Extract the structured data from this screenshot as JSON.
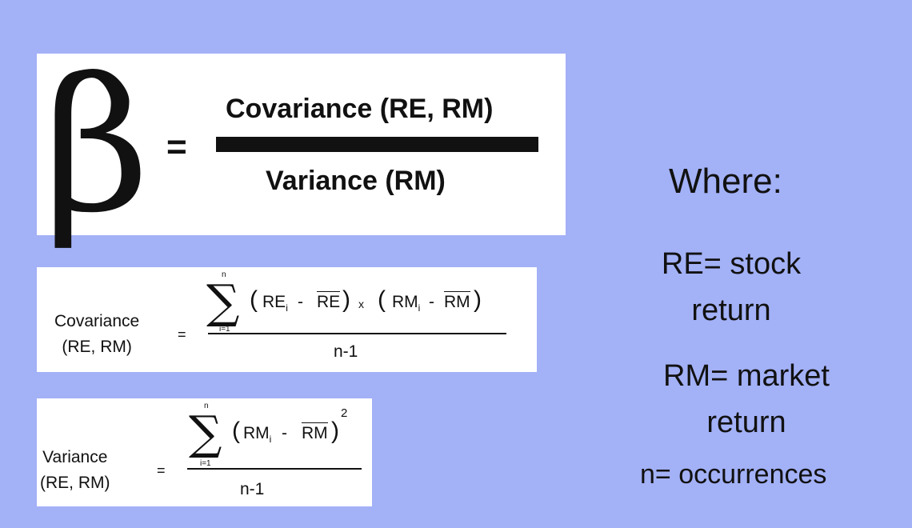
{
  "beta_formula": {
    "beta_symbol": "β",
    "equals": "=",
    "numerator": "Covariance (RE, RM)",
    "denominator": "Variance (RM)"
  },
  "covariance_formula": {
    "label_line1": "Covariance",
    "label_line2": "(RE, RM)",
    "equals": "=",
    "sigma": "∑",
    "upper_limit": "n",
    "lower_limit": "i=1",
    "open_paren": "(",
    "close_paren": ")",
    "term1_base": "RE",
    "term1_sub": "i",
    "minus": "-",
    "term1_mean": "RE",
    "times": "x",
    "term2_base": "RM",
    "term2_sub": "i",
    "term2_mean": "RM",
    "denominator": "n-1"
  },
  "variance_formula": {
    "label_line1": "Variance",
    "label_line2": "(RE, RM)",
    "equals": "=",
    "sigma": "∑",
    "upper_limit": "n",
    "lower_limit": "i=1",
    "open_paren": "(",
    "close_paren": ")",
    "term_base": "RM",
    "term_sub": "i",
    "minus": "-",
    "term_mean": "RM",
    "exponent": "2",
    "denominator": "n-1"
  },
  "definitions": {
    "heading": "Where:",
    "re_line1": "RE= stock",
    "re_line2": "return",
    "rm_line1": "RM= market",
    "rm_line2": "return",
    "n_def": "n= occurrences"
  },
  "colors": {
    "background": "#a3b1f7",
    "panel": "#ffffff",
    "text": "#111111"
  }
}
